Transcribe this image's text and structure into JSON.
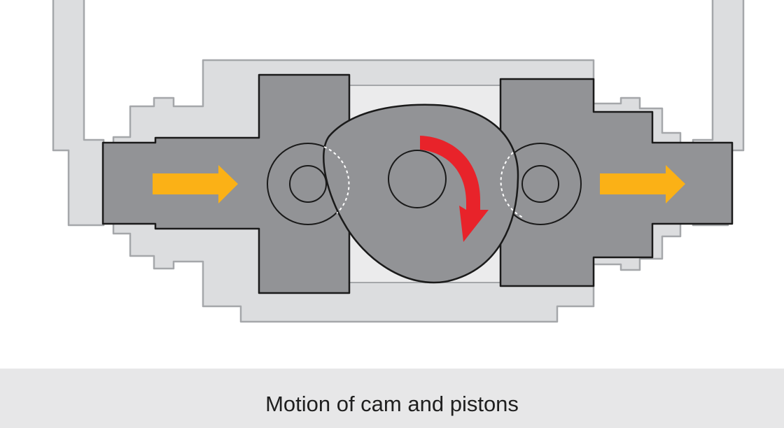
{
  "caption": "Motion of cam and pistons",
  "colors": {
    "housing_fill": "#dcdddf",
    "housing_stroke": "#a5a7aa",
    "slot_fill": "#e9e9ea",
    "piston_fill": "#929396",
    "outline": "#1a1a1a",
    "arrow_yellow": "#fbb116",
    "arrow_red": "#e8232a",
    "caption_band": "#e7e7e8"
  },
  "icons": {
    "left_arrow": "arrow-right",
    "right_arrow": "arrow-right",
    "cam_rotation": "arrow-clockwise"
  }
}
